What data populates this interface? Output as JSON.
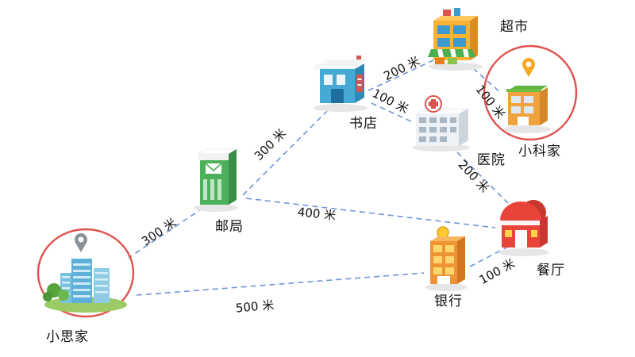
{
  "map": {
    "locations": [
      {
        "id": "supermarket",
        "label": "超市"
      },
      {
        "id": "bookstore",
        "label": "书店"
      },
      {
        "id": "hospital",
        "label": "医院"
      },
      {
        "id": "xiaoke-home",
        "label": "小科家",
        "highlighted": true
      },
      {
        "id": "post-office",
        "label": "邮局"
      },
      {
        "id": "restaurant",
        "label": "餐厅"
      },
      {
        "id": "bank",
        "label": "银行"
      },
      {
        "id": "xiaosi-home",
        "label": "小思家",
        "highlighted": true
      }
    ],
    "edges": [
      {
        "from": "邮局",
        "to": "书店",
        "label": "300 米"
      },
      {
        "from": "书店",
        "to": "超市",
        "label": "200 米"
      },
      {
        "from": "书店",
        "to": "医院",
        "label": "100 米"
      },
      {
        "from": "超市",
        "to": "小科家",
        "label": "100 米"
      },
      {
        "from": "医院",
        "to": "餐厅",
        "label": "200 米"
      },
      {
        "from": "邮局",
        "to": "餐厅",
        "label": "400 米"
      },
      {
        "from": "邮局",
        "to": "小思家",
        "label": "300 米"
      },
      {
        "from": "小思家",
        "to": "银行",
        "label": "500 米"
      },
      {
        "from": "银行",
        "to": "餐厅",
        "label": "100 米"
      }
    ],
    "colors": {
      "path": "#6f95d8",
      "highlight_circle": "#e0524d"
    }
  }
}
